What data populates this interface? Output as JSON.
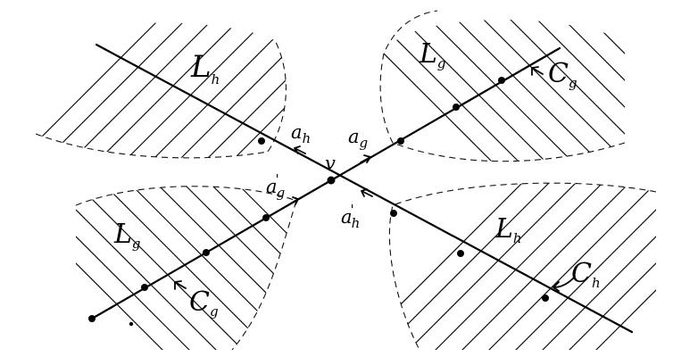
{
  "labels": {
    "region_top_left": {
      "main": "L",
      "sub": "h"
    },
    "region_top_right": {
      "main": "L",
      "sub": "g"
    },
    "region_bottom_left": {
      "main": "L",
      "sub": "g"
    },
    "region_bottom_right": {
      "main": "L",
      "sub": "h"
    },
    "curve_top_right": {
      "main": "C",
      "sub": "g"
    },
    "curve_bottom_left": {
      "main": "C",
      "sub": "g"
    },
    "curve_bottom_right": {
      "main": "C",
      "sub": "h"
    },
    "edge_ah": {
      "main": "a",
      "sub": "h"
    },
    "edge_ag": {
      "main": "a",
      "sub": "g"
    },
    "edge_ag_prime": {
      "main": "a",
      "sub": "g",
      "prime": "'"
    },
    "edge_ah_prime": {
      "main": "a",
      "sub": "h",
      "prime": "'"
    },
    "vertex": "v"
  }
}
